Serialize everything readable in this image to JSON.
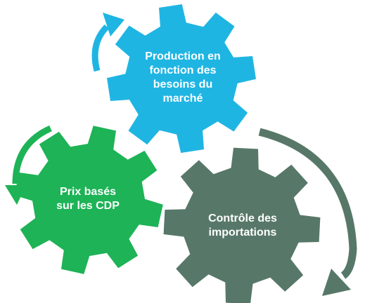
{
  "colors": {
    "blue": "#1fb5e3",
    "green": "#1db356",
    "grey": "#577868",
    "text": "#ffffff"
  },
  "gears": [
    {
      "id": "production",
      "color": "#1fb5e3",
      "lines": [
        "Production en",
        "fonction des",
        "besoins du",
        "marché"
      ]
    },
    {
      "id": "prix",
      "color": "#1db356",
      "lines": [
        "Prix basés",
        "sur les CDP"
      ]
    },
    {
      "id": "controle",
      "color": "#577868",
      "lines": [
        "Contrôle des",
        "importations"
      ]
    }
  ],
  "arrows": [
    {
      "id": "blue-arrow",
      "color": "#1fb5e3",
      "direction": "clockwise-up"
    },
    {
      "id": "green-arrow",
      "color": "#1db356",
      "direction": "counterclockwise-down"
    },
    {
      "id": "grey-arrow",
      "color": "#577868",
      "direction": "clockwise-down"
    }
  ]
}
